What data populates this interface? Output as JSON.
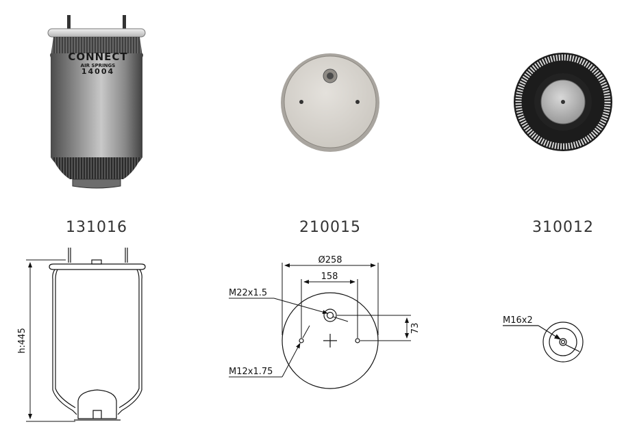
{
  "part_numbers": {
    "bellow": "131016",
    "top_plate": "210015",
    "bottom_piston": "310012"
  },
  "product_branding": {
    "brand": "CONNECT",
    "subtitle": "AIR SPRINGS",
    "model": "14004"
  },
  "dimensions": {
    "height": "h:445",
    "plate_diameter": "Ø258",
    "bolt_spacing": "158",
    "offset": "73",
    "air_fitting": "M22x1.5",
    "stud_thread": "M12x1.75",
    "piston_thread": "M16x2"
  },
  "colors": {
    "line": "#111111",
    "body_dark": "#5a5a5a",
    "body_light": "#bdbdbd",
    "plate_fill": "#d9d6d0",
    "piston_rim": "#1c1c1c"
  }
}
